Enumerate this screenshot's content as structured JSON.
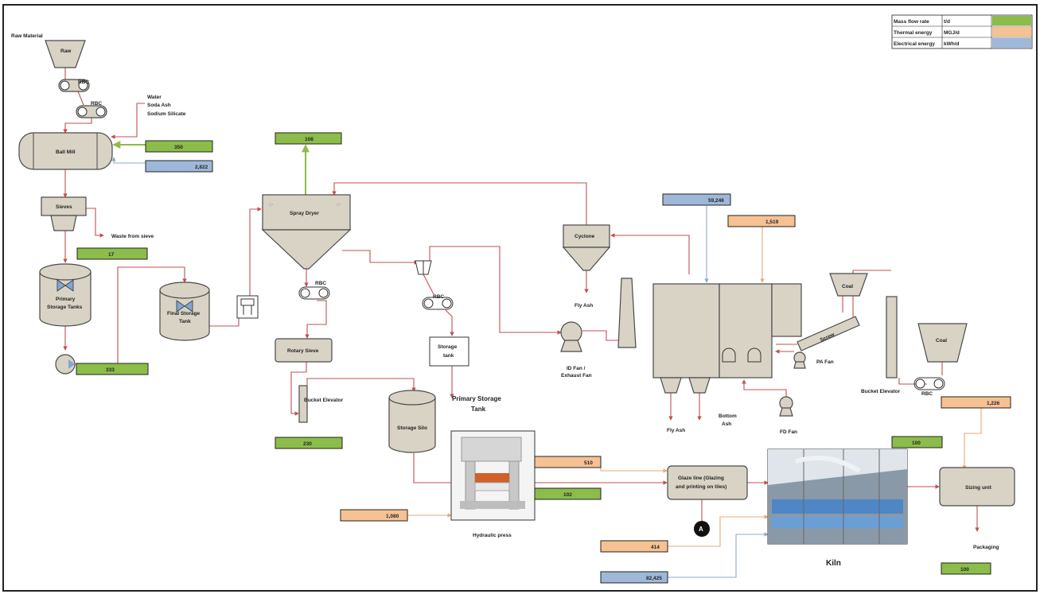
{
  "legend": [
    {
      "name": "Mass flow rate",
      "unit": "t/d",
      "color": "#8cbc4a"
    },
    {
      "name": "Thermal energy",
      "unit": "MGJ/d",
      "color": "#f6c193"
    },
    {
      "name": "Electrical energy",
      "unit": "kWh/d",
      "color": "#9fb8d9"
    }
  ],
  "colors": {
    "mass": "#8cbc4a",
    "thermal": "#f6c193",
    "electrical": "#9fb8d9",
    "pipe": "#c05050",
    "equipment": "#d9d3c5"
  },
  "labels": {
    "raw_material": "Raw Material",
    "raw": "Raw",
    "rbc": "RBC",
    "water": "Water",
    "soda_ash": "Soda Ash",
    "sodium_silicate": "Sodium Silicate",
    "ball_mill": "Ball Mill",
    "sieves": "Sieves",
    "waste_from_sieve": "Waste from sieve",
    "primary_storage_tanks": [
      "Primary",
      "Storage Tanks"
    ],
    "final_storage_tank": [
      "Final Storage",
      "Tank"
    ],
    "spray_dryer": "Spray Dryer",
    "rotary_sieve": "Rotary Sieve",
    "bucket_elevator_left": "Bucket Elevator",
    "storage_tank": [
      "Storage",
      "tank"
    ],
    "primary_storage_tank_label": [
      "Primary Storage",
      "Tank"
    ],
    "storage_silo": "Storage Silo",
    "hydraulic_press": "Hydraulic press",
    "cyclone": "Cyclone",
    "fly_ash_top": "Fly Ash",
    "id_fan": [
      "ID Fan /",
      "Exhaust Fan"
    ],
    "fly_ash_bottom": "Fly Ash",
    "bottom_ash": [
      "Bottom",
      "Ash"
    ],
    "fd_fan": "FD Fan",
    "pa_fan": "PA Fan",
    "screw": "Screw",
    "coal_1": "Coal",
    "coal_2": "Coal",
    "bucket_elevator_right": "Bucket Elevator",
    "glaze_line": [
      "Glaze line (Glazing",
      "and printing on tiles)"
    ],
    "kiln": "Kiln",
    "sizing_unit": "Sizing unit",
    "packaging": "Packaging",
    "a_marker": "A"
  },
  "flows": {
    "water_mass": "350",
    "ball_mill_elec": "2,822",
    "waste_mass": "17",
    "pump_mass": "333",
    "spray_dryer_exhaust": "108",
    "hg_elec": "59,246",
    "hg_thermal": "1,519",
    "bucket_mass": "230",
    "press_thermal_1": "510",
    "press_mass": "102",
    "press_thermal_2": "1,080",
    "kiln_thermal": "414",
    "kiln_elec": "82,425",
    "coal_thermal": "1,226",
    "kiln_mass": "100",
    "packaging_mass": "100"
  }
}
